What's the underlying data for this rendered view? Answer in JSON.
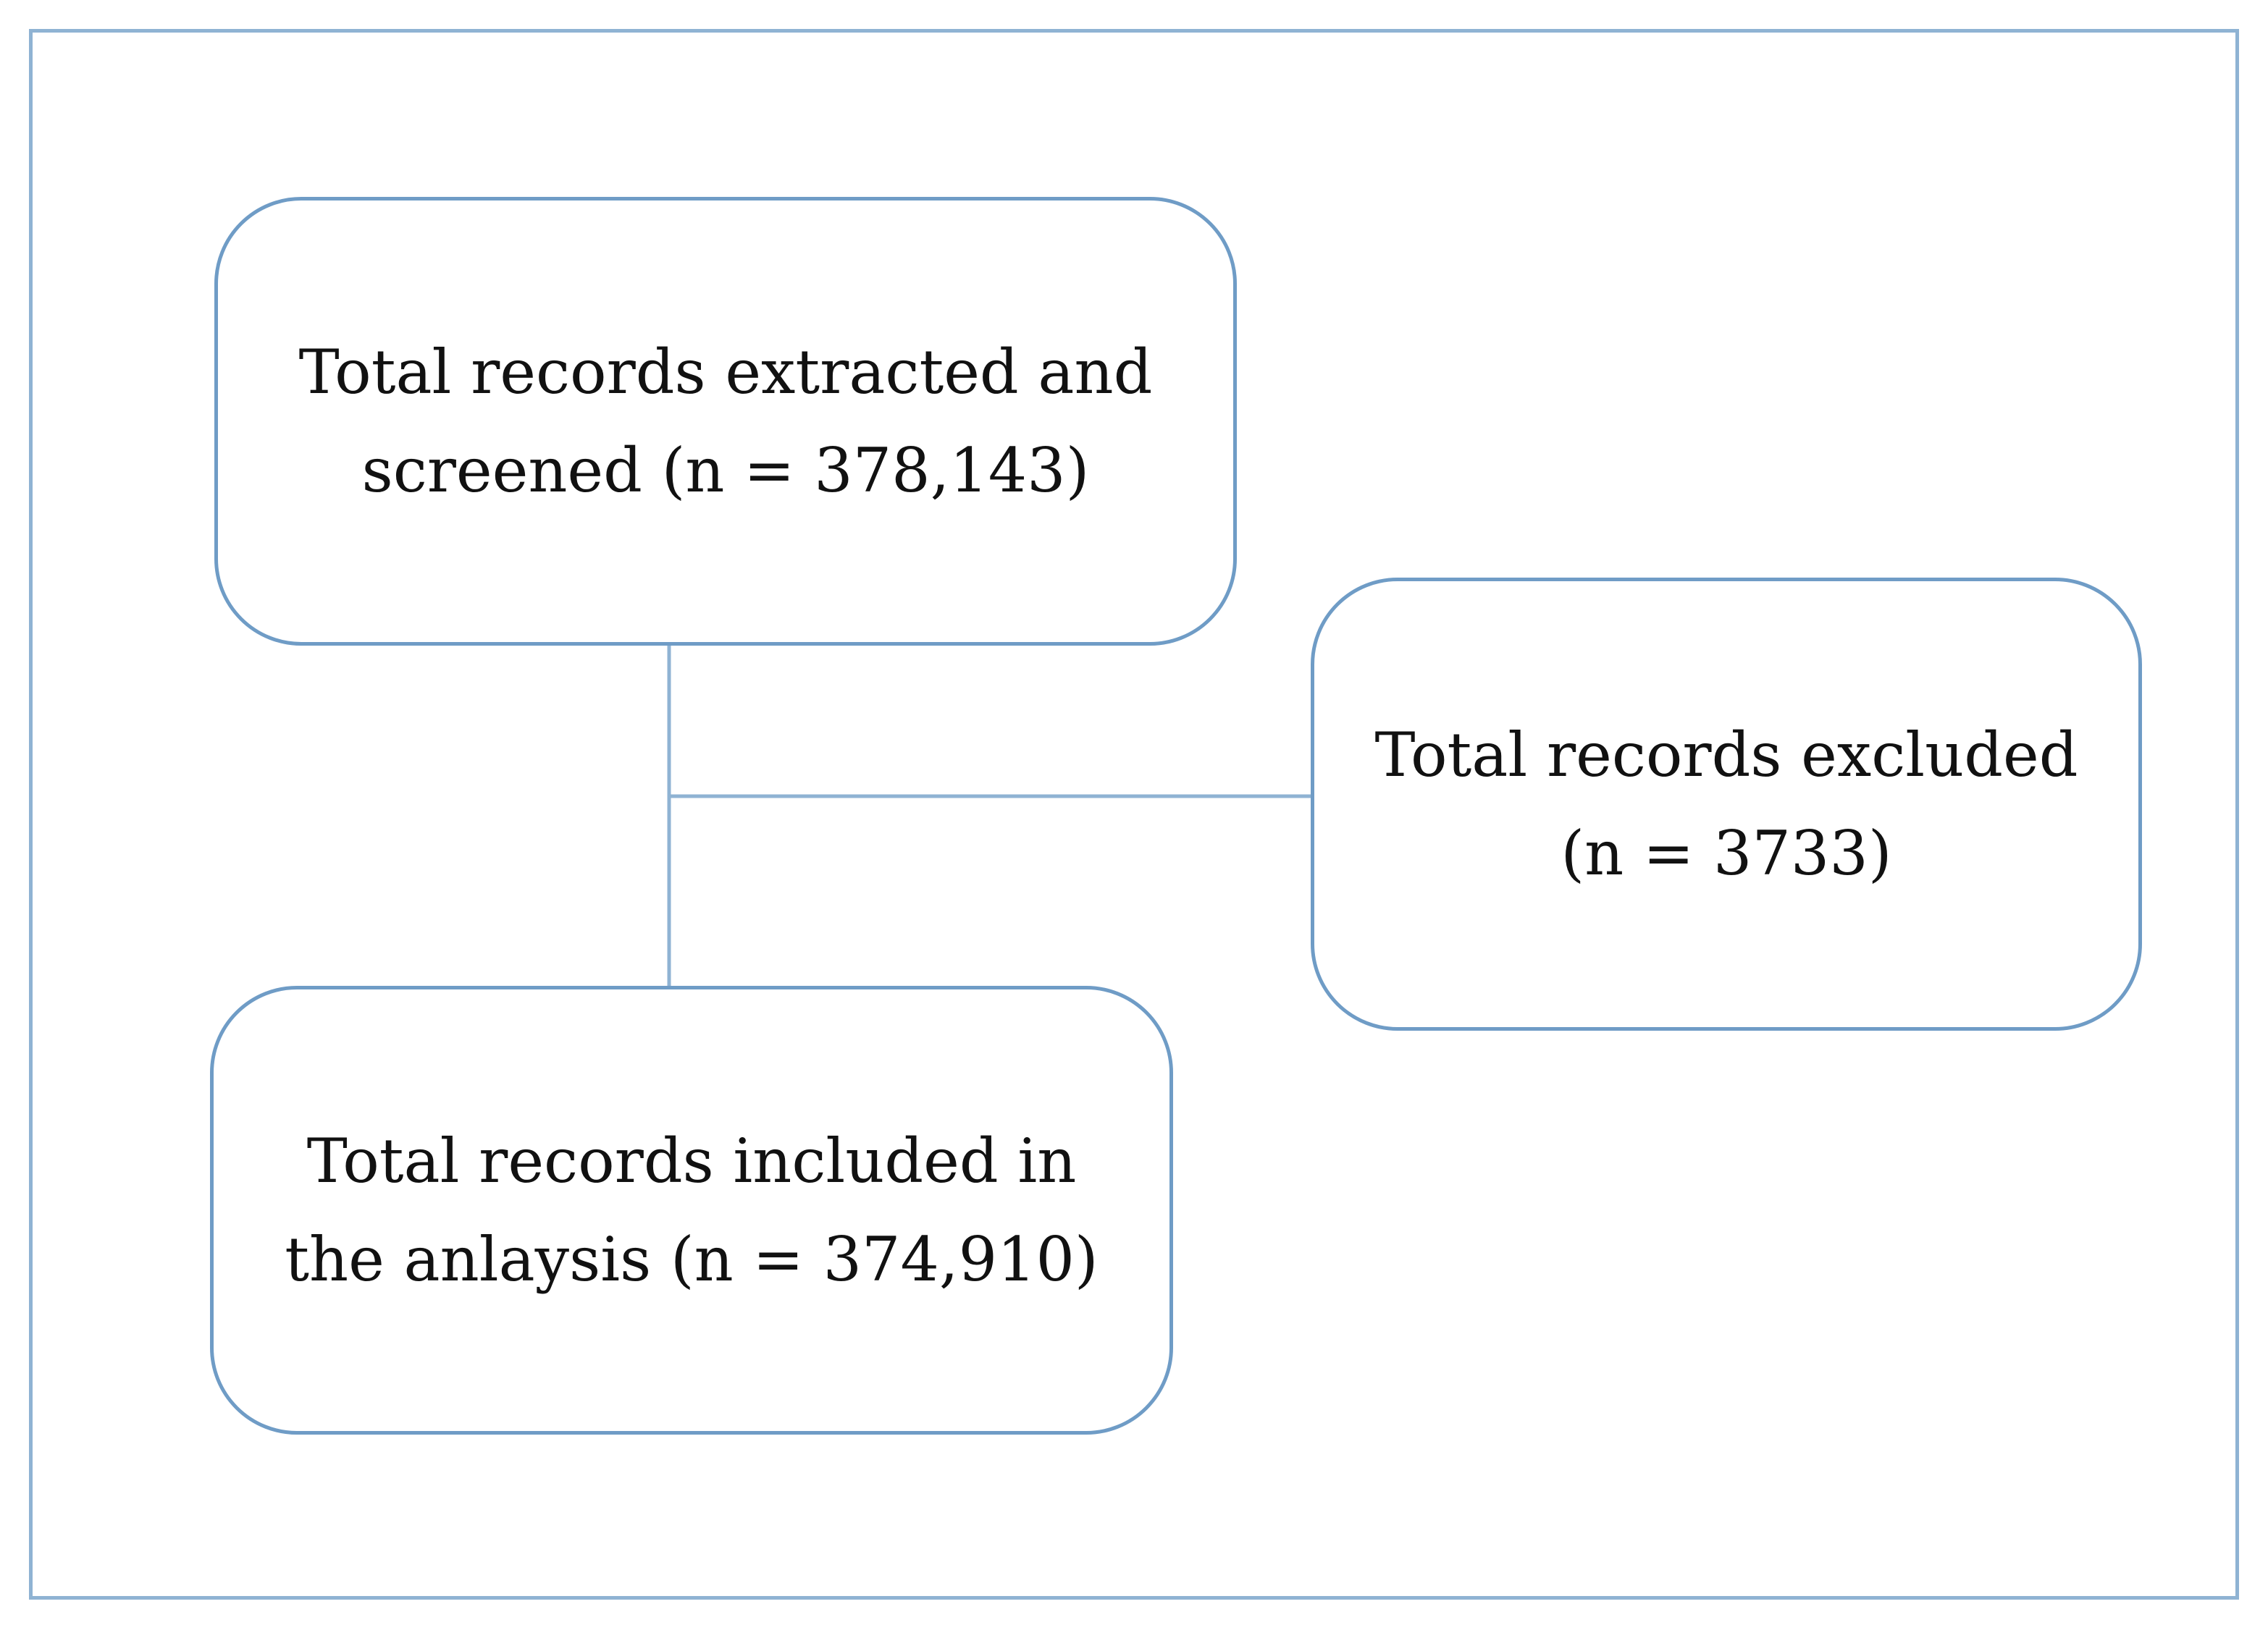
{
  "flowchart": {
    "screened": {
      "line1": "Total records extracted and",
      "line2": "screened (n = 378,143)"
    },
    "excluded": {
      "line1": "Total records excluded",
      "line2": "(n = 3733)"
    },
    "included": {
      "line1": "Total records included in",
      "line2": "the anlaysis (n = 374,910)"
    }
  },
  "colors": {
    "box_border": "#6f9cc6",
    "frame_border": "#8fb3d3",
    "connector": "#8fb3d3"
  }
}
